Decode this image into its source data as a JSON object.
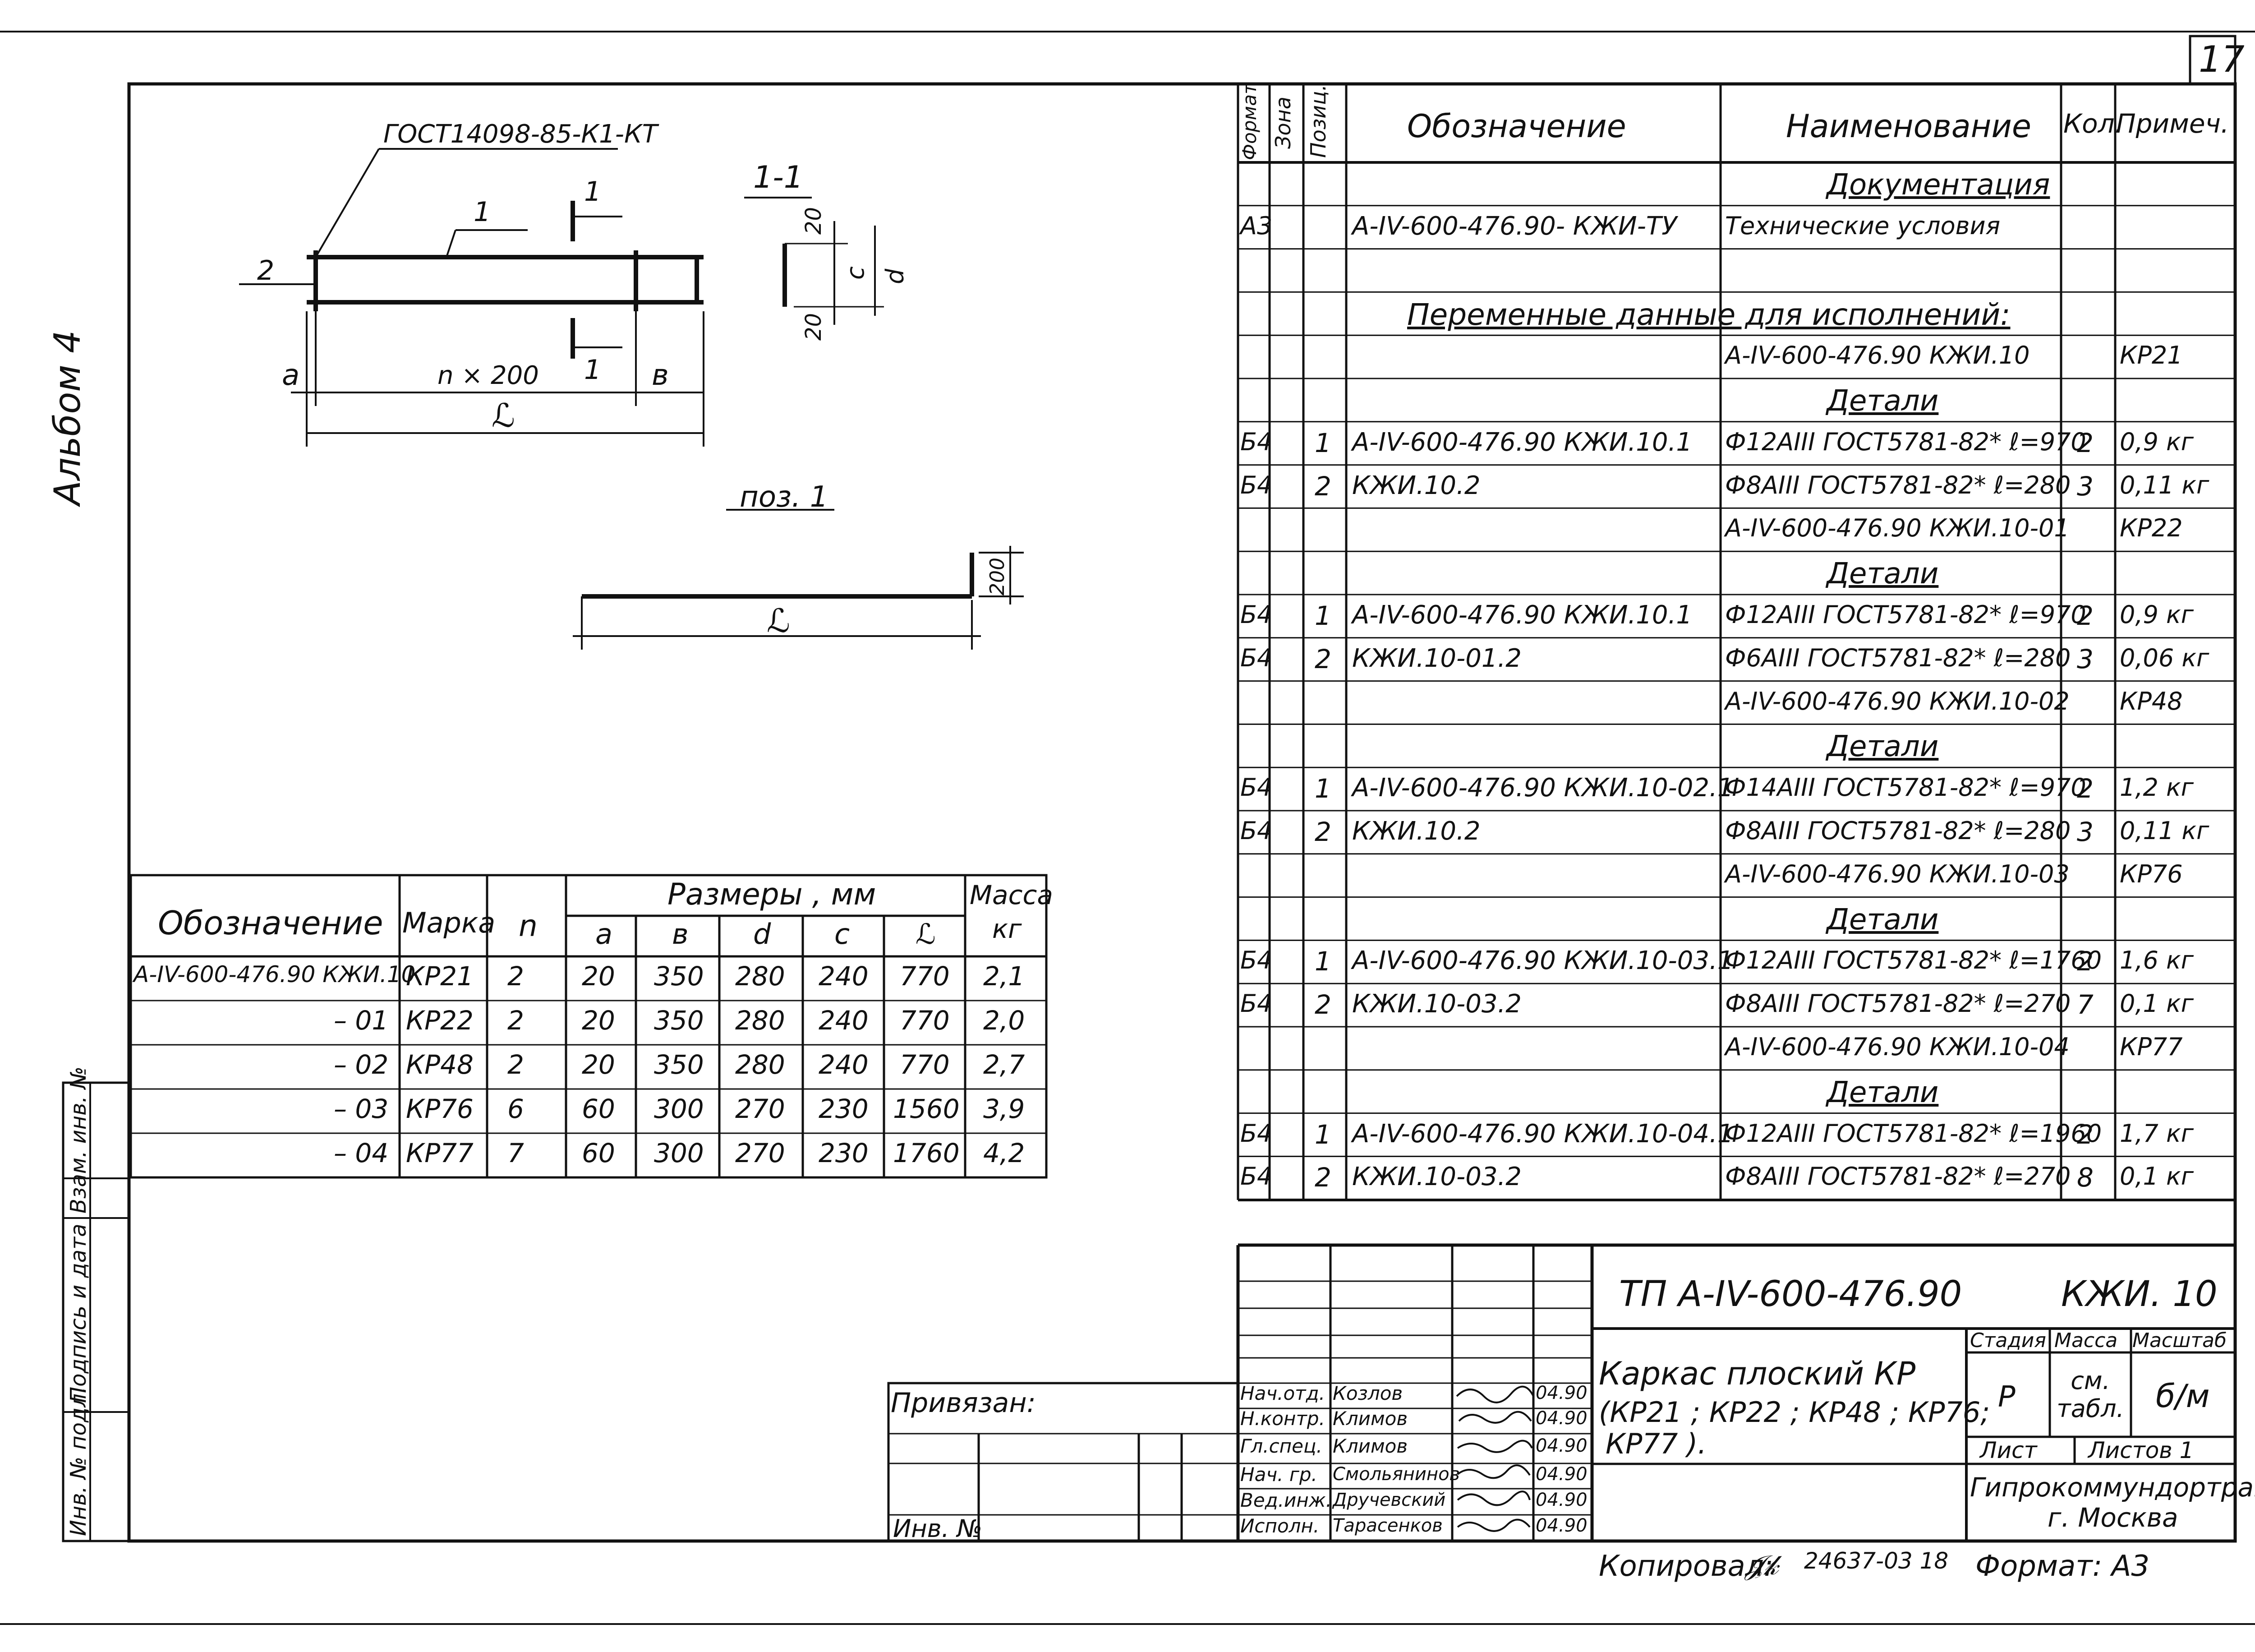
{
  "sheet_number": "17",
  "album_label": "Альбом 4",
  "side_stamp": [
    "Инв. № подл.",
    "Подпись и дата",
    "Взам. инв. №"
  ],
  "drawing": {
    "gost_label": "ГОСТ14098-85-К1-КТ",
    "pos_label_1": "1",
    "pos_label_2": "2",
    "section_cut_label": "1",
    "section_title": "1-1",
    "dim_a": "a",
    "dim_b": "в",
    "dim_n": "n × 200",
    "dim_L": "ℒ",
    "section_dim_20_top": "20",
    "section_dim_20_bottom": "20",
    "section_dim_c": "c",
    "section_dim_d": "d",
    "pos1_title": "поз. 1",
    "pos1_dim_L": "ℒ",
    "pos1_dim_200": "200"
  },
  "sizes_table": {
    "headers": {
      "designation": "Обозначение",
      "mark": "Марка",
      "n": "n",
      "sizes_group": "Размеры , мм",
      "a": "a",
      "b": "в",
      "d": "d",
      "c": "c",
      "L": "ℒ",
      "mass": "Масса",
      "mass_unit": "кг"
    },
    "rows": [
      {
        "designation": "А-IV-600-476.90 КЖИ.10",
        "mark": "КР21",
        "n": "2",
        "a": "20",
        "b": "350",
        "d": "280",
        "c": "240",
        "L": "770",
        "mass": "2,1"
      },
      {
        "designation": "– 01",
        "mark": "КР22",
        "n": "2",
        "a": "20",
        "b": "350",
        "d": "280",
        "c": "240",
        "L": "770",
        "mass": "2,0"
      },
      {
        "designation": "– 02",
        "mark": "КР48",
        "n": "2",
        "a": "20",
        "b": "350",
        "d": "280",
        "c": "240",
        "L": "770",
        "mass": "2,7"
      },
      {
        "designation": "– 03",
        "mark": "КР76",
        "n": "6",
        "a": "60",
        "b": "300",
        "d": "270",
        "c": "230",
        "L": "1560",
        "mass": "3,9"
      },
      {
        "designation": "– 04",
        "mark": "КР77",
        "n": "7",
        "a": "60",
        "b": "300",
        "d": "270",
        "c": "230",
        "L": "1760",
        "mass": "4,2"
      }
    ]
  },
  "spec": {
    "headers": {
      "format": "Формат",
      "zone": "Зона",
      "pos": "Позиц.",
      "designation": "Обозначение",
      "name": "Наименование",
      "qty": "Кол.",
      "note": "Примеч."
    },
    "rows": [
      {
        "format": "",
        "pos": "",
        "designation": "",
        "name": "Документация",
        "qty": "",
        "note": "",
        "name_style": "section"
      },
      {
        "format": "А3",
        "pos": "",
        "designation": "А-IV-600-476.90- КЖИ-ТУ",
        "name": "Технические условия",
        "qty": "",
        "note": ""
      },
      {
        "format": "",
        "pos": "",
        "designation": "",
        "name": "",
        "qty": "",
        "note": ""
      },
      {
        "format": "",
        "pos": "",
        "designation": "Переменные данные для исполнений:",
        "name": "",
        "qty": "",
        "note": "",
        "name_style": "wide"
      },
      {
        "format": "",
        "pos": "",
        "designation": "",
        "name": "А-IV-600-476.90 КЖИ.10",
        "qty": "",
        "note": "КР21"
      },
      {
        "format": "",
        "pos": "",
        "designation": "",
        "name": "Детали",
        "qty": "",
        "note": "",
        "name_style": "section"
      },
      {
        "format": "Б4",
        "pos": "1",
        "designation": "А-IV-600-476.90 КЖИ.10.1",
        "name": "Ф12АIII ГОСТ5781-82* ℓ=970",
        "qty": "2",
        "note": "0,9 кг"
      },
      {
        "format": "Б4",
        "pos": "2",
        "designation": "КЖИ.10.2",
        "name": "Ф8АIII ГОСТ5781-82* ℓ=280",
        "qty": "3",
        "note": "0,11 кг"
      },
      {
        "format": "",
        "pos": "",
        "designation": "",
        "name": "А-IV-600-476.90 КЖИ.10-01",
        "qty": "",
        "note": "КР22"
      },
      {
        "format": "",
        "pos": "",
        "designation": "",
        "name": "Детали",
        "qty": "",
        "note": "",
        "name_style": "section"
      },
      {
        "format": "Б4",
        "pos": "1",
        "designation": "А-IV-600-476.90 КЖИ.10.1",
        "name": "Ф12АIII ГОСТ5781-82* ℓ=970",
        "qty": "2",
        "note": "0,9 кг"
      },
      {
        "format": "Б4",
        "pos": "2",
        "designation": "КЖИ.10-01.2",
        "name": "Ф6АIII ГОСТ5781-82* ℓ=280",
        "qty": "3",
        "note": "0,06 кг"
      },
      {
        "format": "",
        "pos": "",
        "designation": "",
        "name": "А-IV-600-476.90 КЖИ.10-02",
        "qty": "",
        "note": "КР48"
      },
      {
        "format": "",
        "pos": "",
        "designation": "",
        "name": "Детали",
        "qty": "",
        "note": "",
        "name_style": "section"
      },
      {
        "format": "Б4",
        "pos": "1",
        "designation": "А-IV-600-476.90 КЖИ.10-02.1",
        "name": "Ф14АIII ГОСТ5781-82* ℓ=970",
        "qty": "2",
        "note": "1,2 кг"
      },
      {
        "format": "Б4",
        "pos": "2",
        "designation": "КЖИ.10.2",
        "name": "Ф8АIII ГОСТ5781-82* ℓ=280",
        "qty": "3",
        "note": "0,11 кг"
      },
      {
        "format": "",
        "pos": "",
        "designation": "",
        "name": "А-IV-600-476.90 КЖИ.10-03",
        "qty": "",
        "note": "КР76"
      },
      {
        "format": "",
        "pos": "",
        "designation": "",
        "name": "Детали",
        "qty": "",
        "note": "",
        "name_style": "section"
      },
      {
        "format": "Б4",
        "pos": "1",
        "designation": "А-IV-600-476.90 КЖИ.10-03.1",
        "name": "Ф12АIII ГОСТ5781-82* ℓ=1760",
        "qty": "2",
        "note": "1,6 кг"
      },
      {
        "format": "Б4",
        "pos": "2",
        "designation": "КЖИ.10-03.2",
        "name": "Ф8АIII ГОСТ5781-82* ℓ=270",
        "qty": "7",
        "note": "0,1 кг"
      },
      {
        "format": "",
        "pos": "",
        "designation": "",
        "name": "А-IV-600-476.90 КЖИ.10-04",
        "qty": "",
        "note": "КР77"
      },
      {
        "format": "",
        "pos": "",
        "designation": "",
        "name": "Детали",
        "qty": "",
        "note": "",
        "name_style": "section"
      },
      {
        "format": "Б4",
        "pos": "1",
        "designation": "А-IV-600-476.90 КЖИ.10-04.1",
        "name": "Ф12АIII ГОСТ5781-82* ℓ=1960",
        "qty": "2",
        "note": "1,7 кг"
      },
      {
        "format": "Б4",
        "pos": "2",
        "designation": "КЖИ.10-03.2",
        "name": "Ф8АIII ГОСТ5781-82* ℓ=270",
        "qty": "8",
        "note": "0,1 кг"
      }
    ]
  },
  "binding": {
    "label": "Привязан:",
    "inv_label": "Инв. №"
  },
  "title_block": {
    "code": "ТП А-IV-600-476.90",
    "doc": "КЖИ. 10",
    "title_line1": "Каркас плоский КР",
    "title_line2": "(КР21 ; КР22 ; КР48 ; КР76;",
    "title_line3": "КР77 ).",
    "stage_h": "Стадия",
    "mass_h": "Масса",
    "scale_h": "Масштаб",
    "stage": "Р",
    "mass": "см. табл.",
    "scale": "б/м",
    "sheet_h": "Лист",
    "sheets_h": "Листов 1",
    "org_line1": "Гипрокоммундортранс",
    "org_line2": "г. Москва",
    "staff": [
      {
        "role": "Нач.отд.",
        "name": "Козлов",
        "date": "04.90"
      },
      {
        "role": "Н.контр.",
        "name": "Климов",
        "date": "04.90"
      },
      {
        "role": "Гл.спец.",
        "name": "Климов",
        "date": "04.90"
      },
      {
        "role": "Нач. гр.",
        "name": "Смольянинов",
        "date": "04.90"
      },
      {
        "role": "Вед.инж.",
        "name": "Дручевский",
        "date": "04.90"
      },
      {
        "role": "Исполн.",
        "name": "Тарасенков",
        "date": "04.90"
      }
    ]
  },
  "footer": {
    "copied": "Копировал:",
    "copy_code": "24637-03 18",
    "format": "Формат: А3"
  }
}
